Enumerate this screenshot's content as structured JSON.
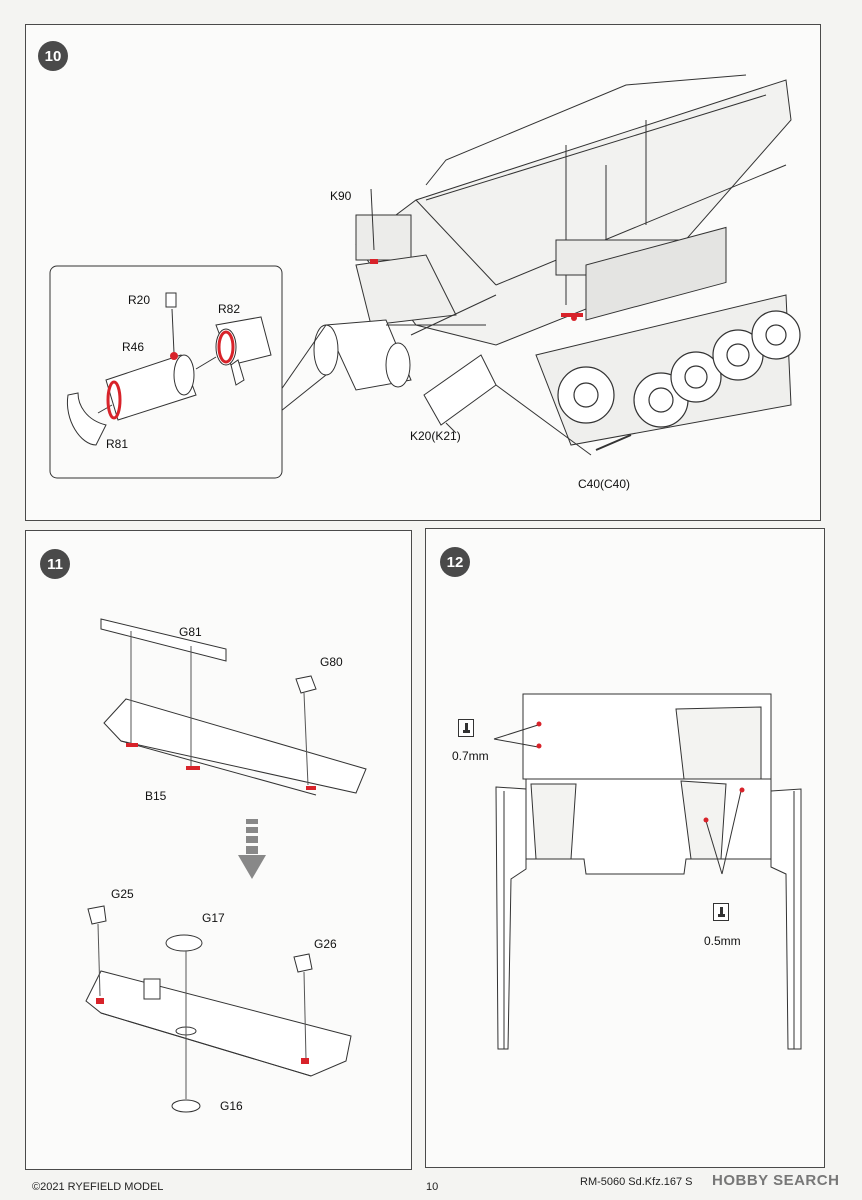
{
  "steps": [
    {
      "number": "10",
      "labels": {
        "k90": "K90",
        "r20": "R20",
        "r82": "R82",
        "r46": "R46",
        "r81": "R81",
        "k20": "K20(K21)",
        "c40": "C40(C40)"
      }
    },
    {
      "number": "11",
      "labels": {
        "g81": "G81",
        "g80": "G80",
        "b15": "B15",
        "g25": "G25",
        "g17": "G17",
        "g26": "G26",
        "g16": "G16"
      }
    },
    {
      "number": "12",
      "drill": [
        {
          "size": "0.7mm"
        },
        {
          "size": "0.5mm"
        }
      ]
    }
  ],
  "footer": {
    "copyright": "©2021 RYEFIELD MODEL",
    "page_number": "10",
    "product": "RM-5060 Sd.Kfz.167 S",
    "watermark": "HOBBY SEARCH"
  },
  "colors": {
    "highlight": "#d8232a",
    "line": "#333333",
    "badge": "#4a4a4a"
  }
}
